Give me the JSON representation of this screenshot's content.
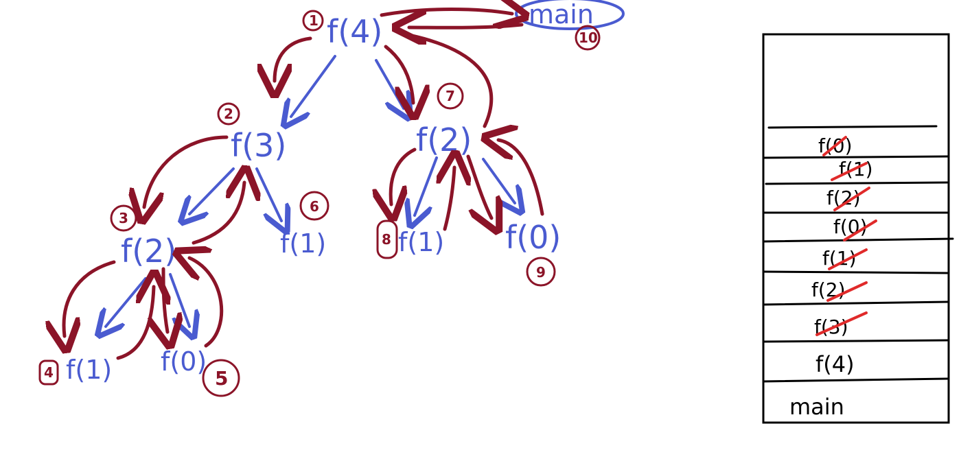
{
  "tree": {
    "root": {
      "label": "f(4)",
      "step": "1"
    },
    "main": {
      "label": "main",
      "step": "10"
    },
    "left_f3": {
      "label": "f(3)",
      "step": "2"
    },
    "right_f2": {
      "label": "f(2)",
      "step": "7"
    },
    "f3_left_f2": {
      "label": "f(2)",
      "step": "3"
    },
    "f3_right_f1": {
      "label": "f(1)",
      "step": "6"
    },
    "f2_left_f1": {
      "label": "f(1)",
      "step": "4"
    },
    "f2_right_f0": {
      "label": "f(0)",
      "step": "5"
    },
    "right_f2_left_f1": {
      "label": "f(1)",
      "step": "8"
    },
    "right_f2_right_f0": {
      "label": "f(0)",
      "step": "9"
    }
  },
  "stack": {
    "frames": [
      "f(0)",
      "f(1)",
      "f(2)",
      "f(0)",
      "f(1)",
      "f(2)",
      "f(3)",
      "f(4)",
      "main"
    ],
    "struck": [
      true,
      true,
      true,
      true,
      true,
      true,
      true,
      false,
      false
    ]
  },
  "colors": {
    "node": "#4a5bd0",
    "arrows": "#8b1428",
    "strike": "#e02a2a",
    "stack": "#000000"
  }
}
